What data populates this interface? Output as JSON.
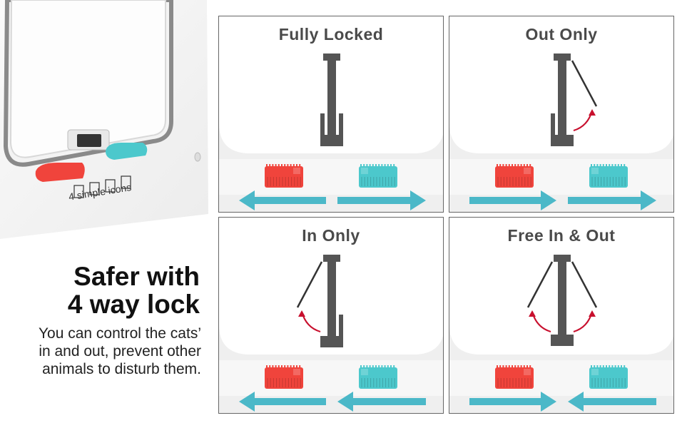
{
  "product_caption": "4 simple icons",
  "headline": [
    "Safer with",
    "4 way lock"
  ],
  "description": [
    "You can control the cats’",
    "in and out, prevent other",
    "animals to disturb them."
  ],
  "colors": {
    "panel_title": "#4a4a4a",
    "flap_gray": "#555555",
    "arrow_red": "#c8102e",
    "slider_red": "#f0443c",
    "slider_teal": "#4cc8cc",
    "direction_arrow": "#4bb8c8"
  },
  "panels": [
    {
      "id": "fully-locked",
      "title": "Fully Locked",
      "flaps": [],
      "left_arrow": "left",
      "right_arrow": "right"
    },
    {
      "id": "out-only",
      "title": "Out Only",
      "flaps": [
        "right"
      ],
      "left_arrow": "right",
      "right_arrow": "right"
    },
    {
      "id": "in-only",
      "title": "In Only",
      "flaps": [
        "left"
      ],
      "left_arrow": "left",
      "right_arrow": "left"
    },
    {
      "id": "free-in-out",
      "title": "Free In & Out",
      "flaps": [
        "left",
        "right"
      ],
      "left_arrow": "right",
      "right_arrow": "left"
    }
  ]
}
